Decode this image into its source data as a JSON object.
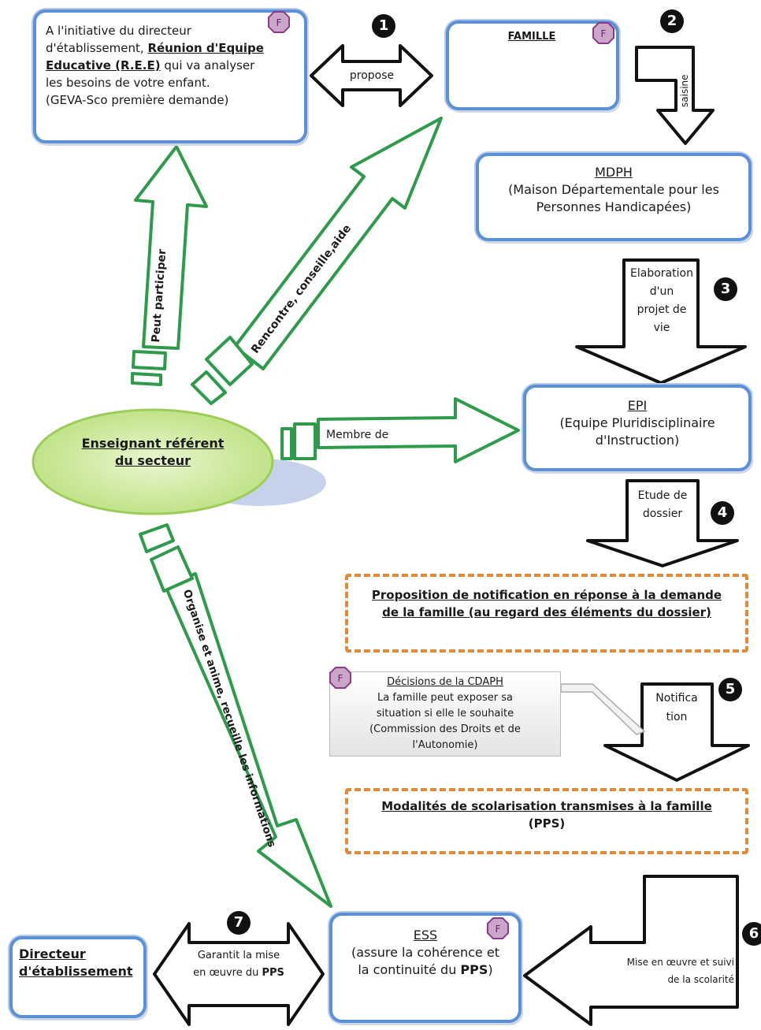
{
  "colors": {
    "box_border": "#5b8fd6",
    "green_arrow": "#2e9a4b",
    "dashed_border": "#e08a3a",
    "f_badge_fill": "#caa6c9",
    "f_badge_stroke": "#8a3a86",
    "ellipse_fill": "#cdeaa0"
  },
  "badge_letter": "F",
  "ree_box": {
    "line1": "A l'initiative du directeur",
    "line2_prefix": "d'établissement, ",
    "line2_bold": "Réunion d'Equipe",
    "line3_bold": "Educative (R.E.E)",
    "line3_rest": " qui va analyser",
    "line4": "les besoins de votre enfant.",
    "line5": "(GEVA-Sco première demande)"
  },
  "famille_box": {
    "title": "FAMILLE"
  },
  "mdph_box": {
    "title": "MDPH",
    "line1": "(Maison Départementale pour les",
    "line2": "Personnes Handicapées)"
  },
  "epi_box": {
    "title": "EPI",
    "line1": "(Equipe Pluridisciplinaire",
    "line2": "d'Instruction)"
  },
  "proposition_box": {
    "line1": "Proposition de notification en réponse à la demande",
    "line2": "de la famille (au regard des éléments du dossier)"
  },
  "cdaph_box": {
    "line1": "Décisions de la CDAPH",
    "line2": "La famille peut exposer sa",
    "line3": "situation si elle le souhaite",
    "line4": "(Commission des Droits et de",
    "line5": "l'Autonomie)"
  },
  "modalites_box": {
    "line1": "Modalités de scolarisation transmises à la famille",
    "line2": "(PPS)"
  },
  "ess_box": {
    "title": "ESS",
    "line1": "(assure la cohérence et",
    "line2_prefix": "la continuité du ",
    "line2_bold": "PPS",
    "line2_suffix": ")"
  },
  "directeur_box": {
    "line1": "Directeur",
    "line2": "d'établissement"
  },
  "ellipse": {
    "line1": "Enseignant référent",
    "line2": "du secteur"
  },
  "arrows": {
    "propose": "propose",
    "saisine": "saisine",
    "elaboration": [
      "Elaboration",
      "d'un",
      "projet de",
      "vie"
    ],
    "etude": [
      "Etude de",
      "dossier"
    ],
    "notification": [
      "Notifica",
      "tion"
    ],
    "mise_en_oeuvre": [
      "Mise en œuvre et suivi",
      "de la scolarité"
    ],
    "garantit_prefix": "Garantit la mise",
    "garantit_line2_prefix": "en œuvre du ",
    "garantit_bold": "PPS",
    "peut_participer": "Peut participer",
    "rencontre": "Rencontre, conseille,aide",
    "membre": "Membre de",
    "organise": "Organise et anime, recueille les informations"
  },
  "steps": [
    "1",
    "2",
    "3",
    "4",
    "5",
    "6",
    "7"
  ]
}
